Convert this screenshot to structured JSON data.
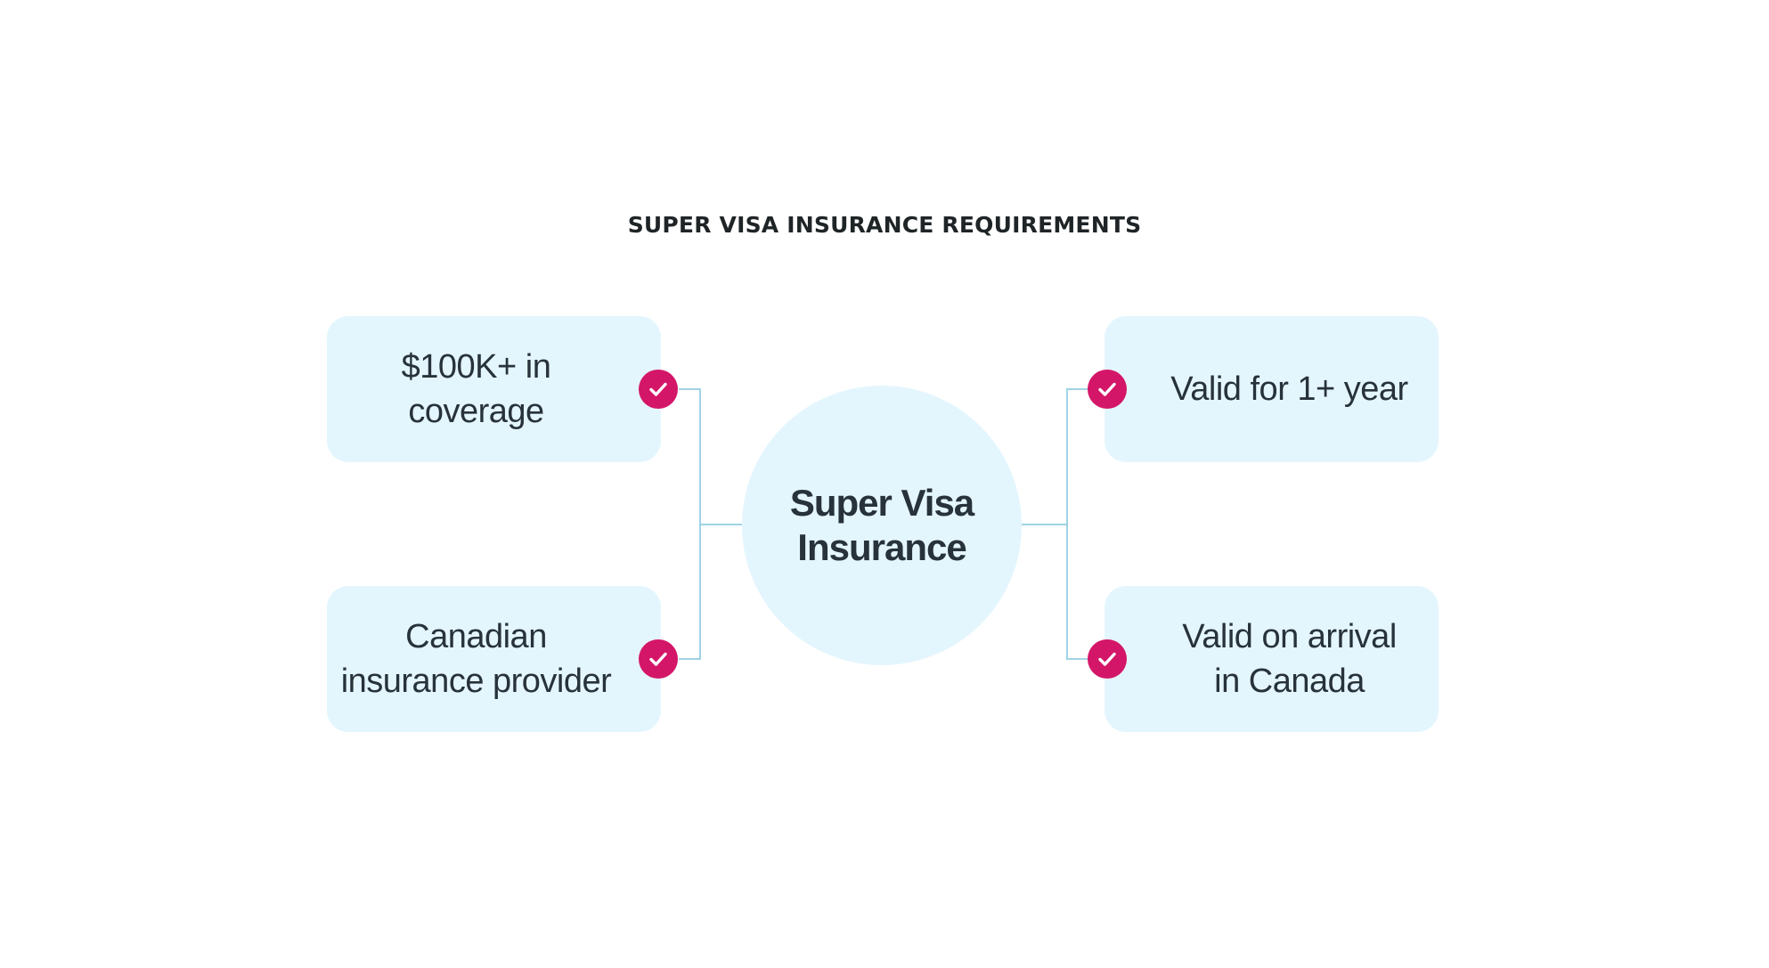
{
  "title": "SUPER VISA INSURANCE REQUIREMENTS",
  "center": {
    "label": "Super Visa\nInsurance"
  },
  "requirements": {
    "top_left": "$100K+ in\ncoverage",
    "bottom_left": "Canadian\ninsurance provider",
    "top_right": "Valid for 1+ year",
    "bottom_right": "Valid on arrival\nin Canada"
  },
  "icons": {
    "check": "check-icon"
  },
  "colors": {
    "card_background": "#e4f6fd",
    "check_badge": "#d41668",
    "connector": "#9fd3e6",
    "text": "#27323a"
  }
}
